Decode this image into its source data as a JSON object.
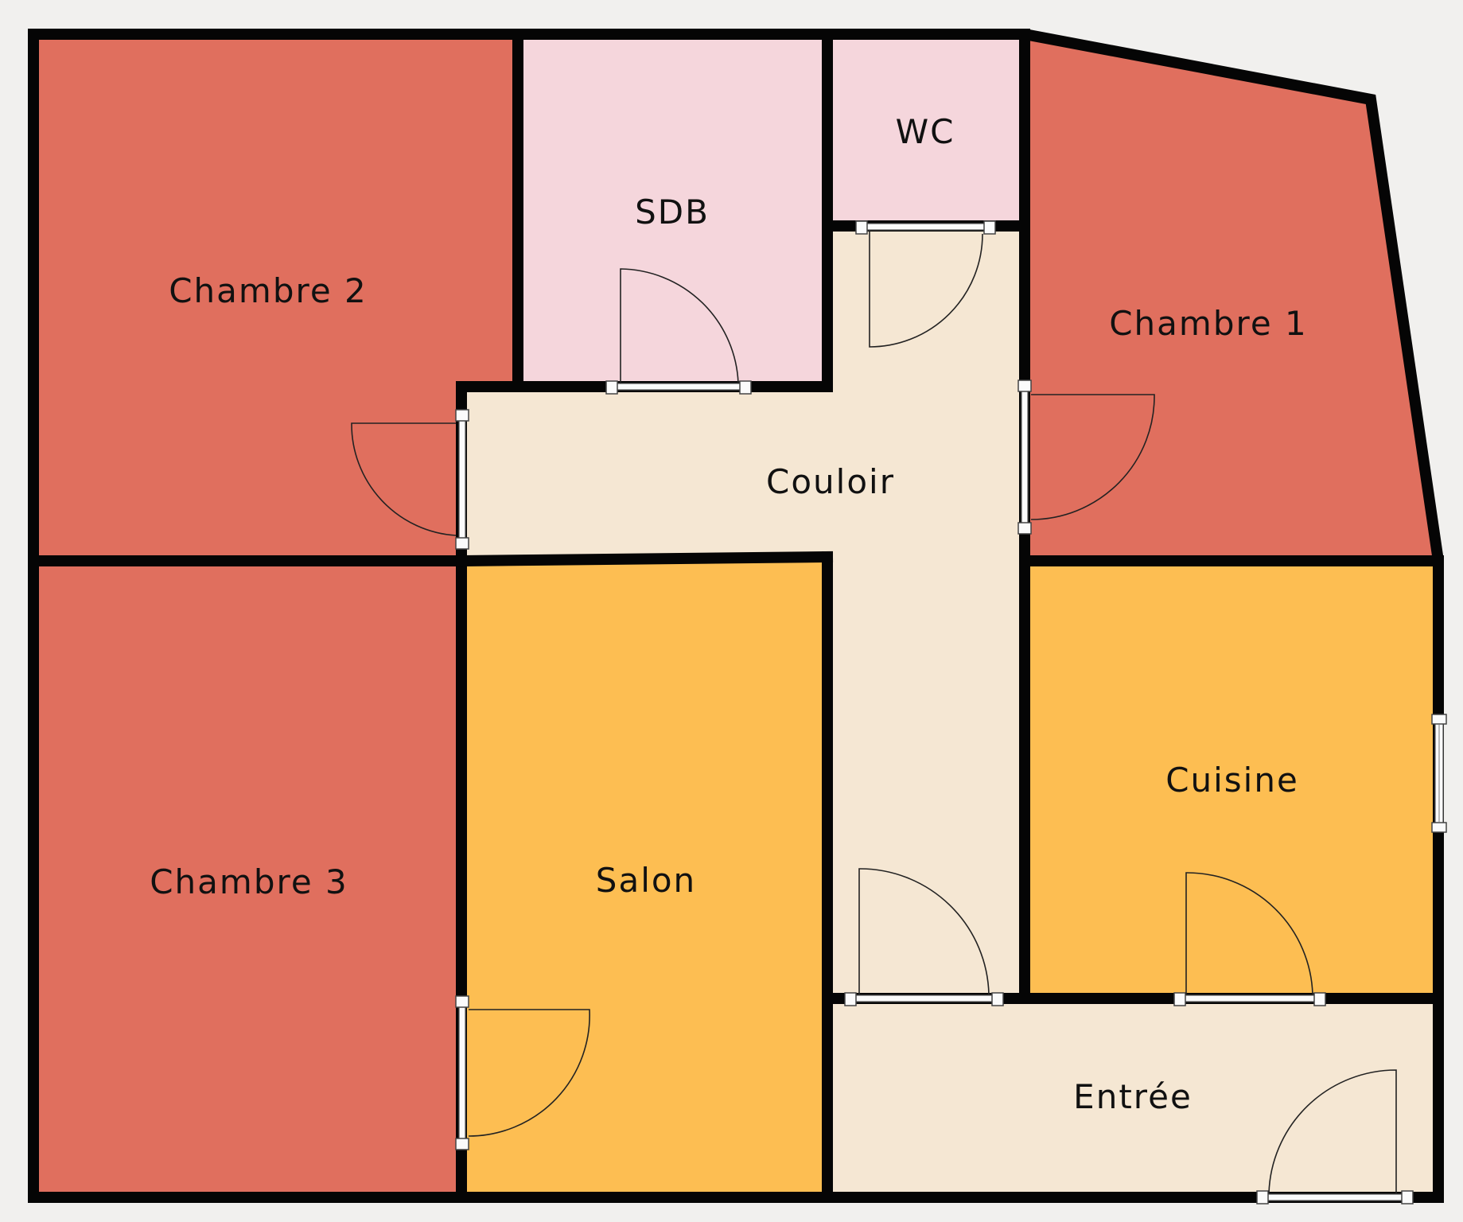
{
  "rooms": {
    "chambre2": "Chambre 2",
    "sdb": "SDB",
    "wc": "WC",
    "chambre1": "Chambre 1",
    "couloir": "Couloir",
    "chambre3": "Chambre 3",
    "salon": "Salon",
    "cuisine": "Cuisine",
    "entree": "Entrée"
  },
  "colors": {
    "bedroom": "#e06f5e",
    "living": "#fdbe52",
    "bath": "#f5d6dc",
    "corridor": "#f5e7d3",
    "wall": "#050505",
    "background": "#f1f0ee"
  }
}
